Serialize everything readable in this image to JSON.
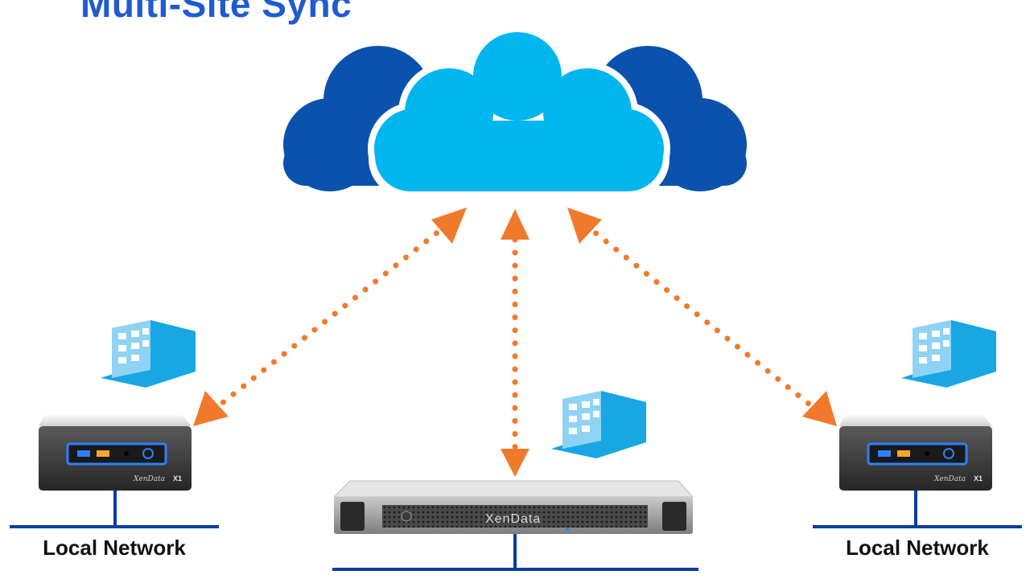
{
  "title": "Multi-Site Sync",
  "labels": {
    "left_network": "Local Network",
    "right_network": "Local Network"
  },
  "devices": {
    "left_appliance": {
      "brand": "XenData",
      "model": "X1"
    },
    "right_appliance": {
      "brand": "XenData",
      "model": "X1"
    },
    "center_server": {
      "brand": "XenData"
    }
  },
  "colors": {
    "title": "#1f5bd0",
    "cloud_front": "#00b6ef",
    "cloud_back": "#0a52ad",
    "building": "#18a7e3",
    "arrow": "#f07a2c",
    "network_line": "#0a3d9e"
  },
  "icons": [
    "cloud-icon",
    "building-icon",
    "appliance-icon",
    "server-icon"
  ]
}
